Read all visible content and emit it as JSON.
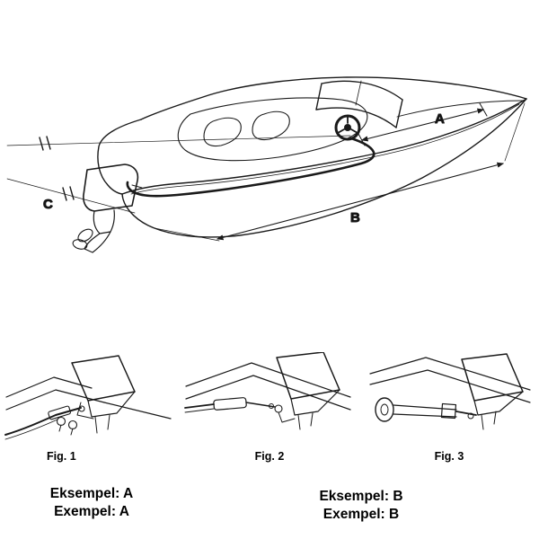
{
  "main_diagram": {
    "labels": {
      "a": "A",
      "b": "B",
      "c": "C"
    }
  },
  "figures": [
    {
      "label": "Fig. 1"
    },
    {
      "label": "Fig. 2"
    },
    {
      "label": "Fig. 3"
    }
  ],
  "captions": {
    "example_a": {
      "line1": "Eksempel: A",
      "line2": "Exempel: A"
    },
    "example_b": {
      "line1": "Eksempel: B",
      "line2": "Exempel: B"
    }
  },
  "colors": {
    "ink": "#1a1a1a",
    "background": "#ffffff"
  }
}
